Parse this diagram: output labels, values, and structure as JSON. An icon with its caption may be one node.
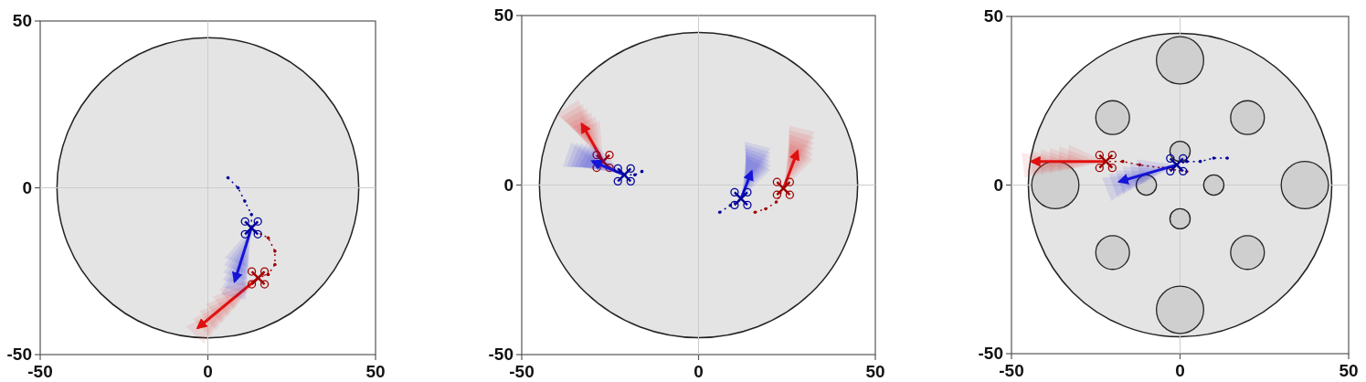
{
  "diagram": {
    "labels": [
      "50",
      "0",
      "-50",
      "-50",
      "0",
      "50",
      "50",
      "0",
      "-50",
      "-50",
      "0",
      "50",
      "50",
      "0",
      "-50",
      "-50",
      "0",
      "50"
    ]
  }
}
